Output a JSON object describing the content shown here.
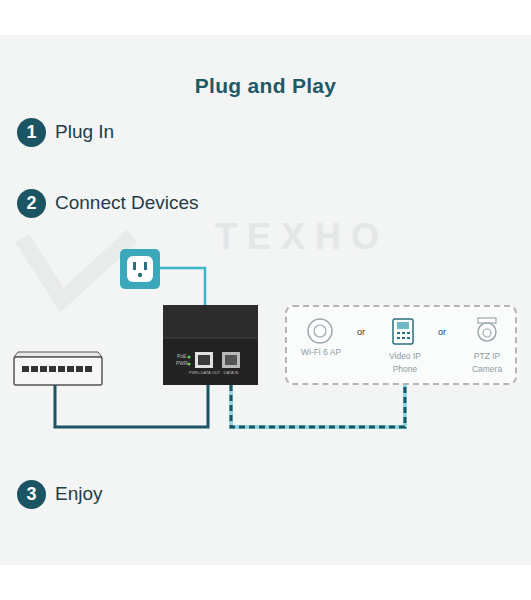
{
  "diagram": {
    "title": "Plug and Play",
    "nodes": [
      {
        "text": [
          "1"
        ]
      },
      {
        "text": [
          "2"
        ]
      },
      {
        "text": [
          "PoE",
          "PWR",
          "PWR+DATA OUT",
          "DATA IN"
        ]
      },
      {
        "text": [
          "or",
          "or"
        ]
      },
      {
        "text": [
          "Wi-Fi 6 AP"
        ],
        "in": 3
      },
      {
        "text": [
          "Video IP Phone"
        ],
        "in": 3
      },
      {
        "text": [
          "PTZ IP Camera"
        ],
        "in": 3
      },
      {
        "text": [
          "3"
        ]
      }
    ],
    "edges": [
      {
        "from": 2,
        "to": 3,
        "arrow": "none"
      }
    ],
    "labels": [
      "Plug In",
      "Connect Devices",
      "Enjoy",
      "ТЕХНО"
    ]
  }
}
